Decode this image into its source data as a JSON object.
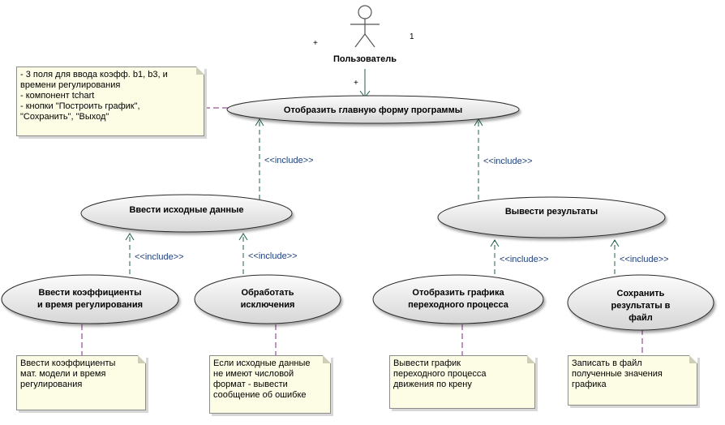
{
  "actor": {
    "name": "Пользователь",
    "mult_left": "+",
    "mult_right": "1",
    "mult_assoc": "+"
  },
  "use_cases": {
    "main": "Отобразить главную форму программы",
    "input": "Ввести исходные данные",
    "output": "Вывести результаты",
    "coef_line1": "Ввести коэффициенты",
    "coef_line2": "и время регулирования",
    "exc_line1": "Обработать",
    "exc_line2": "исключения",
    "graph_line1": "Отобразить графика",
    "graph_line2": "переходного процесса",
    "save_line1": "Сохранить",
    "save_line2": "результаты в",
    "save_line3": "файл"
  },
  "include_label": "<<include>>",
  "notes": {
    "main": "- 3 поля для ввода коэфф. b1, b3, и\nвремени регулирования\n- компонент tchart\n- кнопки \"Построить график\",\n\"Сохранить\", \"Выход\"",
    "coef": "Ввести коэффициенты\nмат. модели и время\nрегулирования",
    "exc": "Если исходные данные\nне имеют числовой\nформат - вывести\nсообщение об ошибке",
    "graph": "Вывести график\nпереходного процесса\nдвижения по крену",
    "save": "Записать в файл\nполученные значения\nграфика"
  },
  "colors": {
    "ellipse_top": "#fbfbfb",
    "ellipse_bottom": "#d9d9d9",
    "ellipse_stroke": "#2b2b2b",
    "connector": "#1f5f4f",
    "note_link": "#7a2a7a",
    "note_bg": "#fdfde6"
  }
}
